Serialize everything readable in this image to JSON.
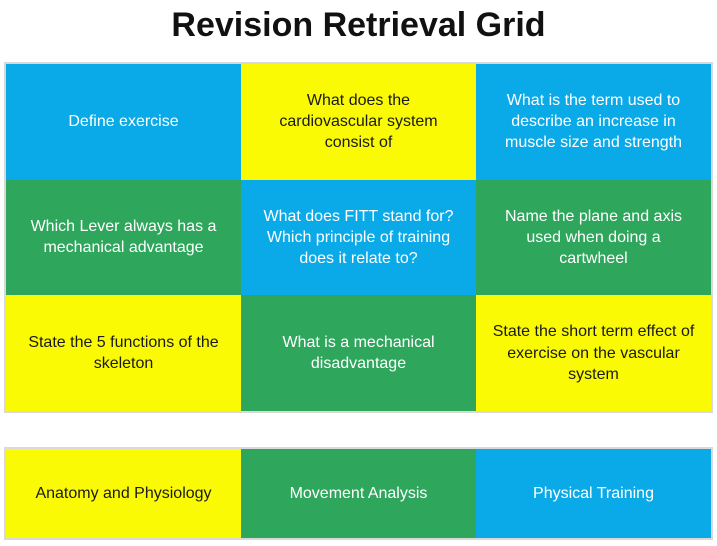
{
  "title": "Revision Retrieval Grid",
  "colors": {
    "blue": "#0aaae8",
    "green": "#2ea65c",
    "yellow": "#fafa05",
    "text_light": "#ffffff",
    "text_dark": "#1a1a1a",
    "border": "#d9d9d9",
    "background": "#ffffff"
  },
  "grid": {
    "cells": [
      {
        "text": "Define exercise",
        "color": "blue",
        "tone": "light"
      },
      {
        "text": "What does the cardiovascular system consist of",
        "color": "yellow",
        "tone": "dark"
      },
      {
        "text": "What is the term used to describe an increase in muscle size and strength",
        "color": "blue",
        "tone": "light"
      },
      {
        "text": "Which Lever always has a mechanical advantage",
        "color": "green",
        "tone": "light"
      },
      {
        "text": "What does FITT stand for? Which principle of training does it relate to?",
        "color": "blue",
        "tone": "light"
      },
      {
        "text": "Name the plane and axis used when doing a cartwheel",
        "color": "green",
        "tone": "light"
      },
      {
        "text": "State the 5 functions of the skeleton",
        "color": "yellow",
        "tone": "dark"
      },
      {
        "text": "What is a mechanical disadvantage",
        "color": "green",
        "tone": "light"
      },
      {
        "text": "State the short term effect of exercise on the vascular system",
        "color": "yellow",
        "tone": "dark"
      }
    ]
  },
  "categories": [
    {
      "text": "Anatomy and Physiology",
      "color": "yellow",
      "tone": "dark"
    },
    {
      "text": "Movement Analysis",
      "color": "green",
      "tone": "light"
    },
    {
      "text": "Physical Training",
      "color": "blue",
      "tone": "light"
    }
  ]
}
